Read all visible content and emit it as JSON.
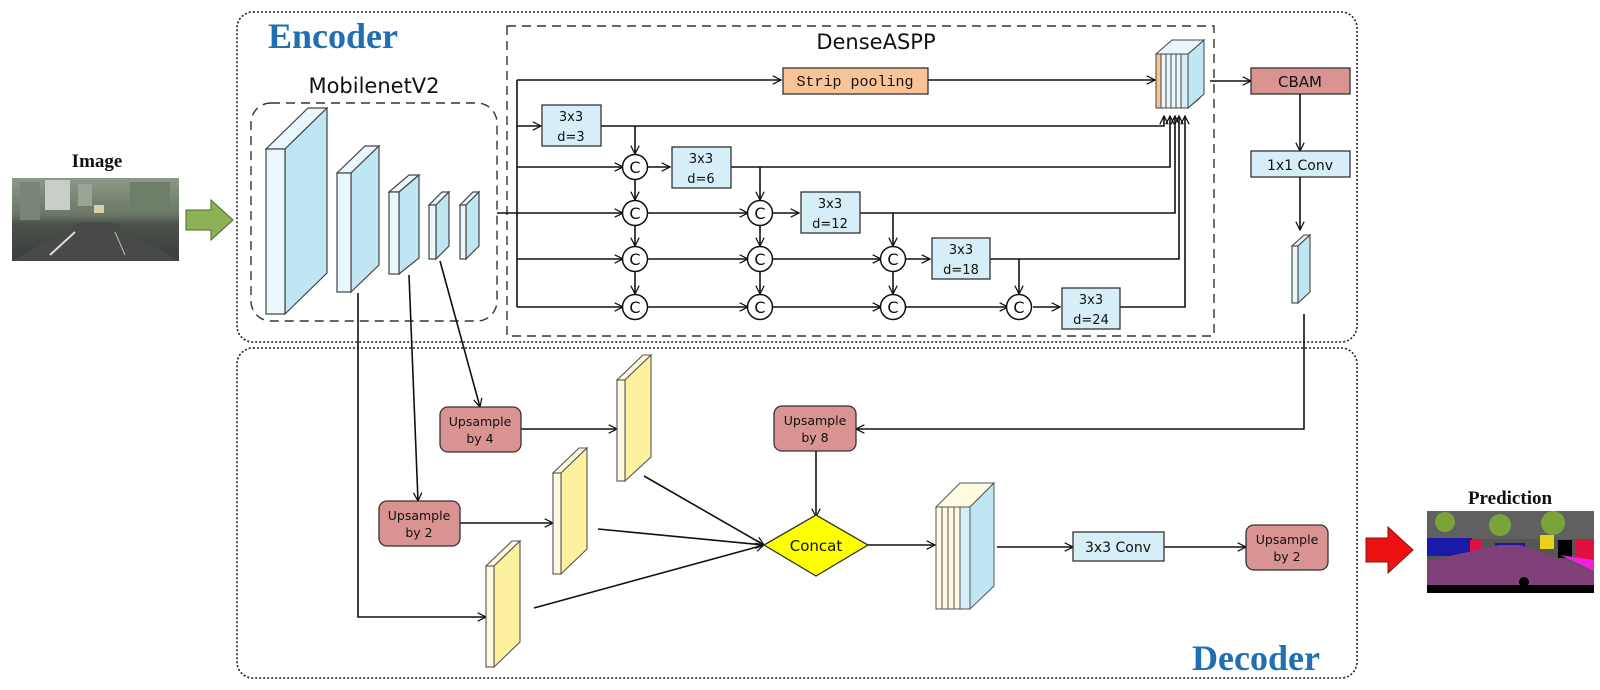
{
  "title": "Encoder-Decoder segmentation network with MobilenetV2 backbone, DenseASPP, strip pooling and CBAM",
  "input": {
    "label": "Image",
    "icon": "street-scene-photo"
  },
  "output": {
    "label": "Prediction",
    "icon": "segmentation-map"
  },
  "encoder": {
    "label": "Encoder",
    "backbone": {
      "label": "MobilenetV2",
      "stages": 5
    },
    "denseaspp": {
      "label": "DenseASPP",
      "strip_pooling": "Strip pooling",
      "concat_symbol": "C",
      "branches": [
        {
          "line1": "3x3",
          "line2": "d=3"
        },
        {
          "line1": "3x3",
          "line2": "d=6"
        },
        {
          "line1": "3x3",
          "line2": "d=12"
        },
        {
          "line1": "3x3",
          "line2": "d=18"
        },
        {
          "line1": "3x3",
          "line2": "d=24"
        }
      ]
    },
    "cbam": "CBAM",
    "conv1x1": "1x1 Conv"
  },
  "decoder": {
    "label": "Decoder",
    "upsample4": {
      "line1": "Upsample",
      "line2": "by 4"
    },
    "upsample2a": {
      "line1": "Upsample",
      "line2": "by 2"
    },
    "upsample8": {
      "line1": "Upsample",
      "line2": "by 8"
    },
    "concat": "Concat",
    "conv3x3": "3x3 Conv",
    "upsample2b": {
      "line1": "Upsample",
      "line2": "by 2"
    }
  },
  "colors": {
    "title_blue": "#1f6fb2",
    "feature_blue": "#bfe6f3",
    "feature_yellow": "#fdf1a0",
    "module_red": "#d99391",
    "module_blue": "#d6eef7",
    "strip_orange": "#f8c396",
    "concat_yellow": "#ffff00",
    "arrow_green": "#8db255",
    "arrow_red": "#ee1111"
  }
}
